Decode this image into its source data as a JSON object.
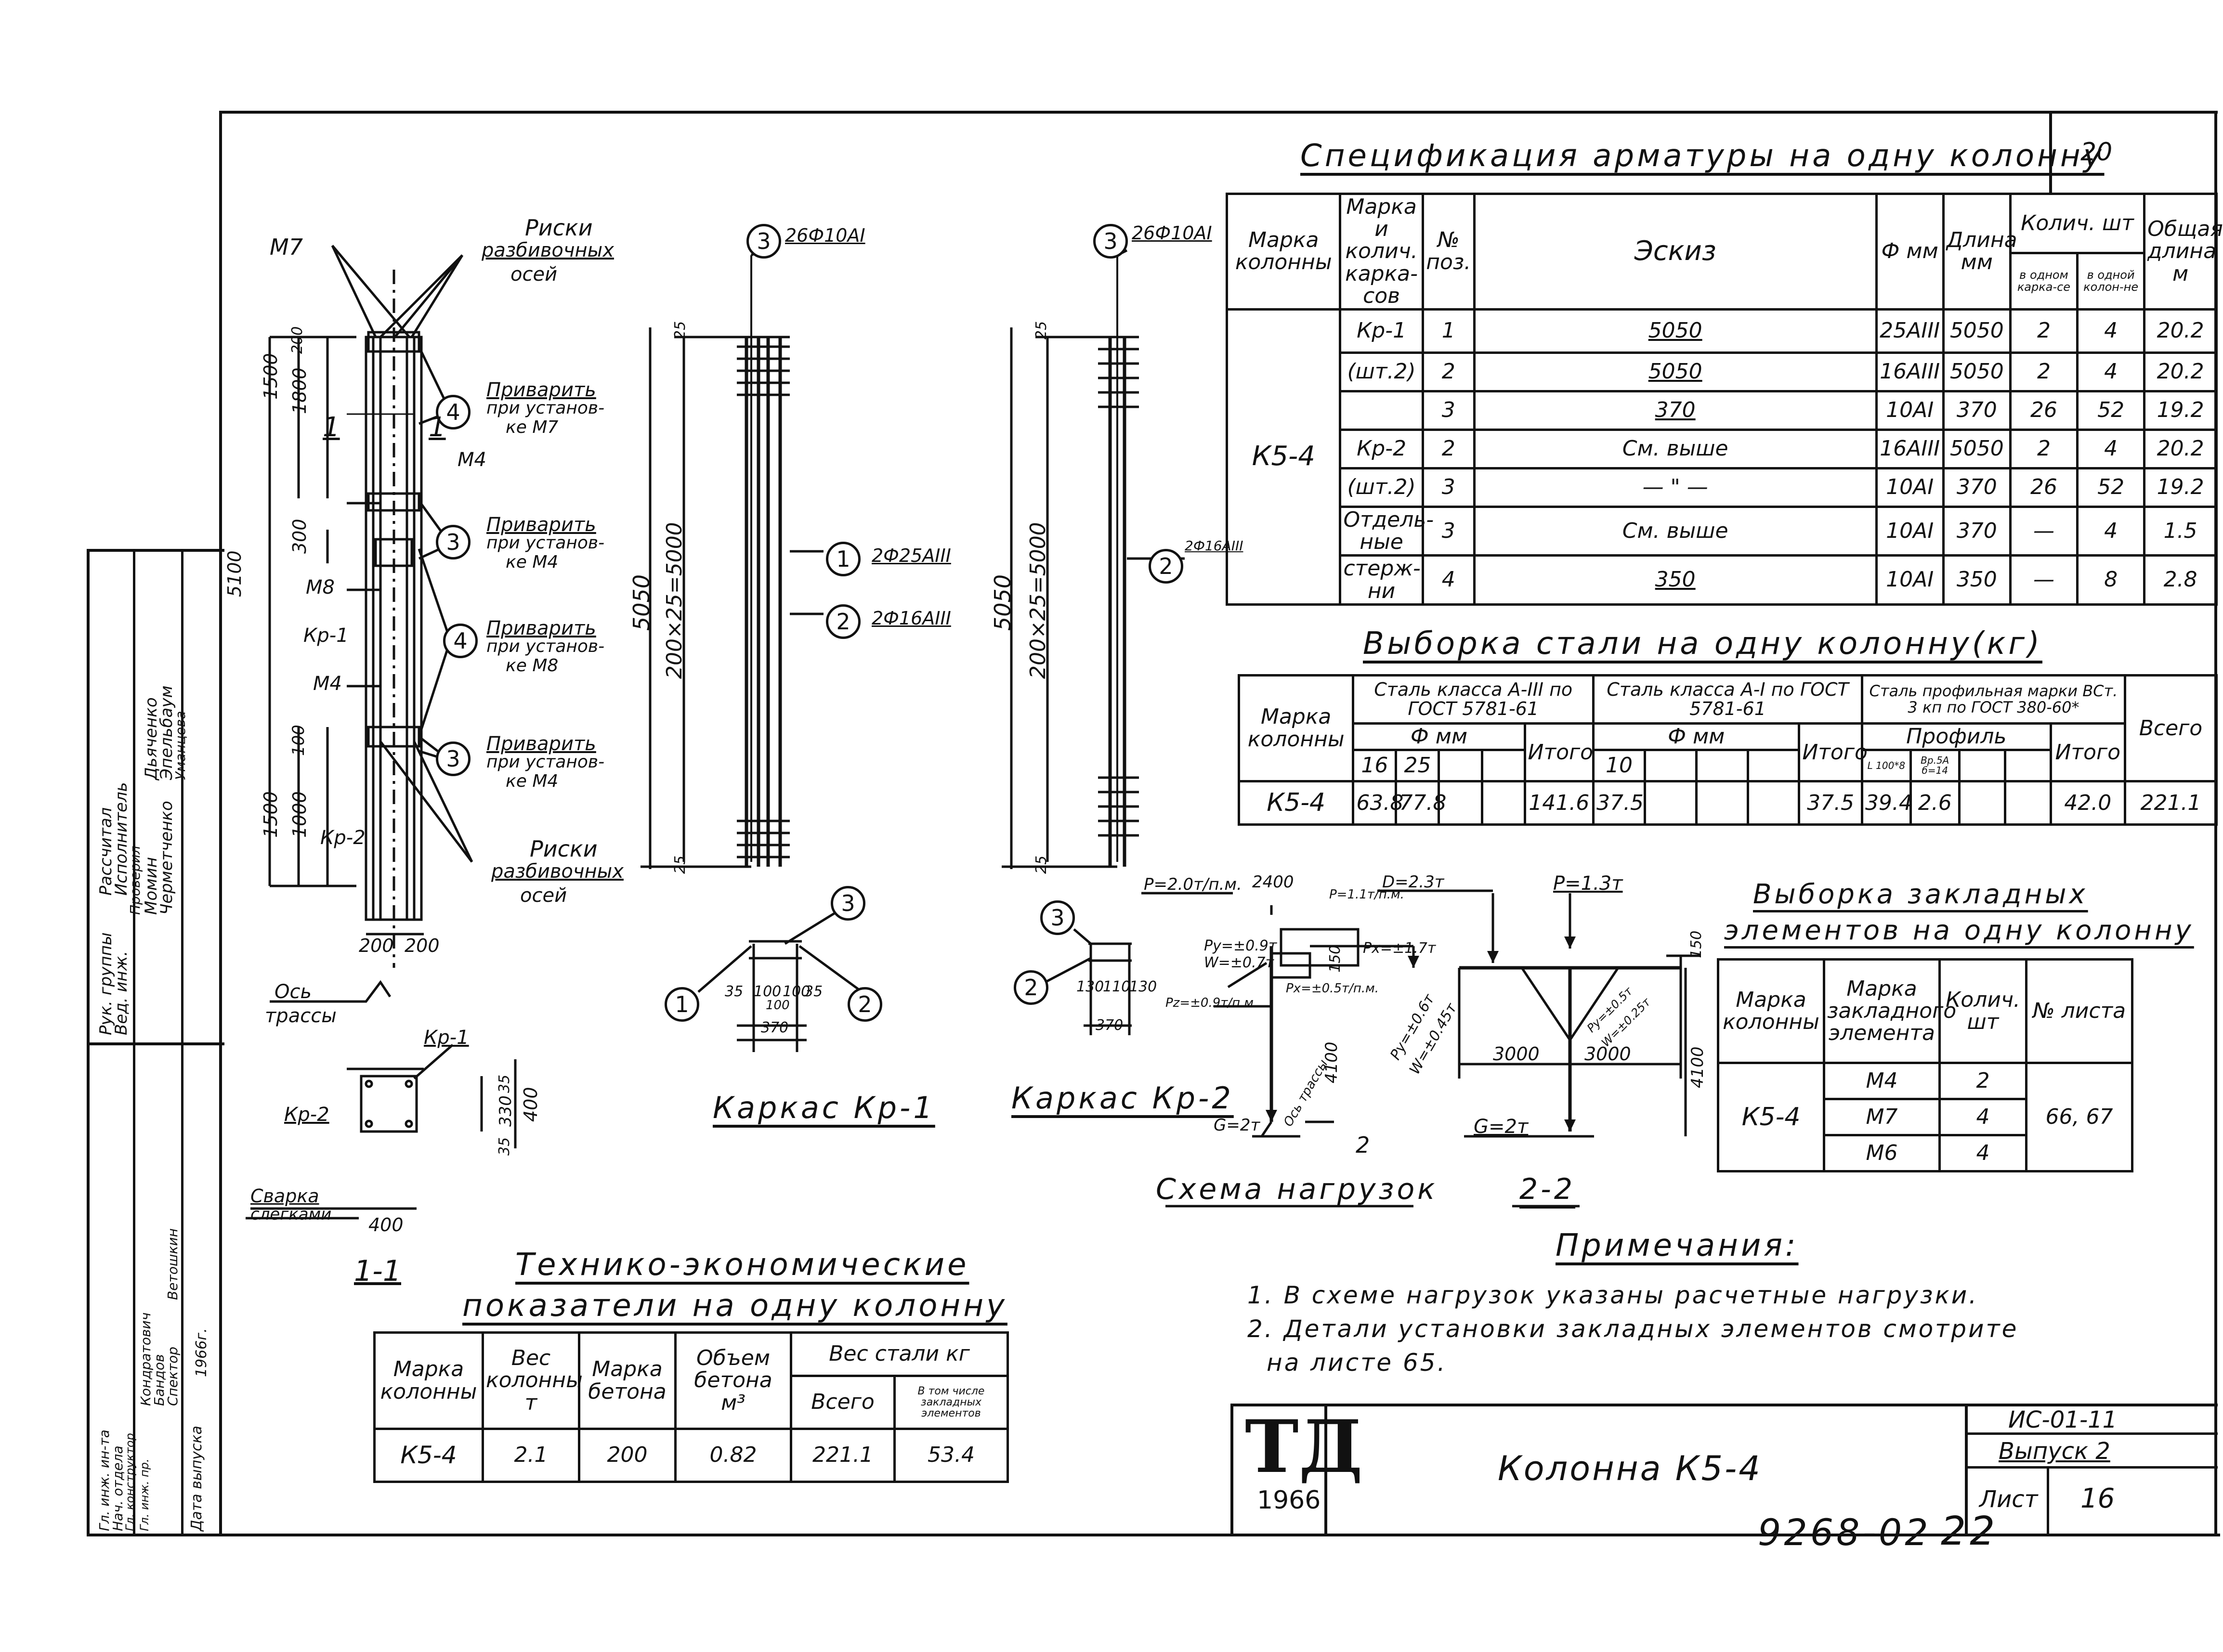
{
  "sheet": {
    "page_no": "20",
    "spec_title": "Спецификация арматуры на одну колонну",
    "steel_title": "Выборка стали на одну колонну(кг)",
    "embed_title_1": "Выборка закладных",
    "embed_title_2": "элементов на одну колонну",
    "tech_title_1": "Технико-экономические",
    "tech_title_2": "показатели на одну колонну",
    "notes_title": "Примечания:",
    "notes": [
      "1. В схеме нагрузок указаны расчетные нагрузки.",
      "2. Детали установки закладных элементов смотрите",
      "на листе 65."
    ],
    "doc_name": "Колонна К5-4",
    "doc_code": "ИС-01-11",
    "doc_issue": "Выпуск 2",
    "sheet_label": "Лист",
    "sheet_no": "16",
    "logo_letters": "ТД",
    "logo_year": "1966",
    "archive_no": "9268-02",
    "archive_page": "22"
  },
  "spec_table": {
    "headers": [
      "Марка колонны",
      "Марка и колич. карка-сов",
      "№ поз.",
      "Эскиз",
      "Ф мм",
      "Длина мм",
      "Колич. шт",
      "Общая длина м"
    ],
    "count_sub": [
      "в одном карка-се",
      "в одной колон-не"
    ],
    "column_mark": "К5-4",
    "rows": [
      {
        "frame": "Кр-1",
        "pos": "1",
        "sketch": "5050",
        "dia": "25АIII",
        "len": "5050",
        "c1": "2",
        "c2": "4",
        "total": "20.2"
      },
      {
        "frame": "(шт.2)",
        "pos": "2",
        "sketch": "5050",
        "dia": "16АIII",
        "len": "5050",
        "c1": "2",
        "c2": "4",
        "total": "20.2"
      },
      {
        "frame": "",
        "pos": "3",
        "sketch": "370",
        "dia": "10AI",
        "len": "370",
        "c1": "26",
        "c2": "52",
        "total": "19.2"
      },
      {
        "frame": "Кр-2",
        "pos": "2",
        "sketch": "См. выше",
        "dia": "16АIII",
        "len": "5050",
        "c1": "2",
        "c2": "4",
        "total": "20.2"
      },
      {
        "frame": "(шт.2)",
        "pos": "3",
        "sketch": "— \" —",
        "dia": "10AI",
        "len": "370",
        "c1": "26",
        "c2": "52",
        "total": "19.2"
      },
      {
        "frame": "Отдель-ные",
        "pos": "3",
        "sketch": "См. выше",
        "dia": "10AI",
        "len": "370",
        "c1": "—",
        "c2": "4",
        "total": "1.5"
      },
      {
        "frame": "стерж-ни",
        "pos": "4",
        "sketch": "350",
        "dia": "10AI",
        "len": "350",
        "c1": "—",
        "c2": "8",
        "total": "2.8"
      }
    ]
  },
  "steel_table": {
    "col_mark": "Марка колонны",
    "grp1": "Сталь класса А-III по ГОСТ 5781-61",
    "grp2": "Сталь класса А-I по ГОСТ 5781-61",
    "grp3": "Сталь профильная марки ВСт. 3 кп по ГОСТ 380-60*",
    "total": "Всего",
    "dia": "Ф мм",
    "itogo": "Итого",
    "profile": "Профиль",
    "sub1": [
      "16",
      "25"
    ],
    "sub2": [
      "10"
    ],
    "sub3": [
      "L 100*8",
      "Вр.5А б=14"
    ],
    "row": {
      "mark": "К5-4",
      "a16": "63.8",
      "a25": "77.8",
      "it1": "141.6",
      "b10": "37.5",
      "it2": "37.5",
      "p1": "39.4",
      "p2": "2.6",
      "it3": "42.0",
      "all": "221.1"
    }
  },
  "embed_table": {
    "headers": [
      "Марка колонны",
      "Марка закладного элемента",
      "Колич. шт",
      "№ листа"
    ],
    "mark": "К5-4",
    "sheets": "66, 67",
    "rows": [
      {
        "el": "М4",
        "qty": "2"
      },
      {
        "el": "М7",
        "qty": "4"
      },
      {
        "el": "М6",
        "qty": "4"
      }
    ]
  },
  "tech_table": {
    "headers": [
      "Марка колонны",
      "Вес колонны т",
      "Марка бетона",
      "Объем бетона м³",
      "Вес стали кг"
    ],
    "steel_sub": [
      "Всего",
      "В том числе закладных элементов"
    ],
    "row": {
      "mark": "К5-4",
      "weight": "2.1",
      "grade": "200",
      "vol": "0.82",
      "all": "221.1",
      "emb": "53.4"
    }
  },
  "column_view": {
    "mark_m7": "М7",
    "risks_top": [
      "Риски",
      "разбивочных",
      "осей"
    ],
    "risks_bottom": [
      "Риски",
      "разбивочных",
      "осей"
    ],
    "weld1": [
      "Приварить",
      "при установ-",
      "ке М7"
    ],
    "weld2": [
      "Приварить",
      "при установ-",
      "ке М4"
    ],
    "weld3": [
      "Приварить",
      "при установ-",
      "ке М8"
    ],
    "weld4": [
      "Приварить",
      "при установ-",
      "ке М4"
    ],
    "m4": "М4",
    "m8": "М8",
    "kr1": "Кр-1",
    "m4b": "М4",
    "kr2": "Кр-2",
    "cut": "1",
    "dims": [
      "1500",
      "1800",
      "300",
      "5100",
      "1500",
      "1000",
      "100",
      "200",
      "200",
      "200"
    ],
    "axis": [
      "Ось",
      "трассы"
    ],
    "circle_labels": [
      "4",
      "3",
      "4",
      "3"
    ]
  },
  "section": {
    "kr1": "Кр-1",
    "kr2": "Кр-2",
    "weld": [
      "Сварка",
      "слегками"
    ],
    "dims": [
      "35",
      "330",
      "35",
      "400",
      "400"
    ],
    "label": "1-1"
  },
  "frame1": {
    "pos3": "3",
    "pos3_note": "26Ф10АI",
    "pos1": "1",
    "pos1_note": "2Ф25АIII",
    "pos2": "2",
    "pos2_note": "2Ф16АIII",
    "dim_total": "5050",
    "dim_inner": "200×25=5000",
    "dim_end": "25",
    "sec_dims": [
      "35",
      "100",
      "100",
      "100",
      "35",
      "370"
    ],
    "label": "Каркас Кр-1"
  },
  "frame2": {
    "pos3": "3",
    "pos3_note": "26Ф10АI",
    "pos2": "2",
    "pos2_note": "2Ф16АIII",
    "dim_total": "5050",
    "dim_inner": "200×25=5000",
    "dim_end": "25",
    "sec_dims": [
      "130",
      "110",
      "130",
      "370"
    ],
    "label": "Каркас Кр-2"
  },
  "loads": {
    "label": "Схема нагрузок",
    "label22": "2-2",
    "items": [
      "Р=2.0т/п.м.",
      "2400",
      "Р=1.1т/п.м.",
      "D=2.3т",
      "Р=1.3т",
      "Ру=±0.9т",
      "W=±0.7т",
      "Рх=±1.7т",
      "Рz=±0.9т/п.м.",
      "Рх=±0.5т/п.м.",
      "Ру=±0.6т",
      "W=±0.45т",
      "Ру=±0.5т",
      "W=±0.25т",
      "150",
      "4100",
      "4100",
      "150",
      "3000",
      "3000",
      "G=2т",
      "G=2т",
      "Ось трассы",
      "2"
    ]
  },
  "stamp": {
    "roles": [
      "Рук. группы",
      "Вед. инж.",
      "Рассчитал",
      "Исполнитель",
      "Проверил"
    ],
    "names": [
      "Момин",
      "Черметченко",
      "Дьяченко",
      "Эпельбаум",
      "Уманцева"
    ],
    "roles2": [
      "Гл. инж. ин-та",
      "Нач. отдела",
      "Гл. конструктор",
      "Гл. инж. пр.",
      "Дата выпуска"
    ],
    "names2": [
      "Кондратович",
      "Бандов",
      "Спектор",
      "Ветошкин"
    ],
    "date": "1966г."
  }
}
